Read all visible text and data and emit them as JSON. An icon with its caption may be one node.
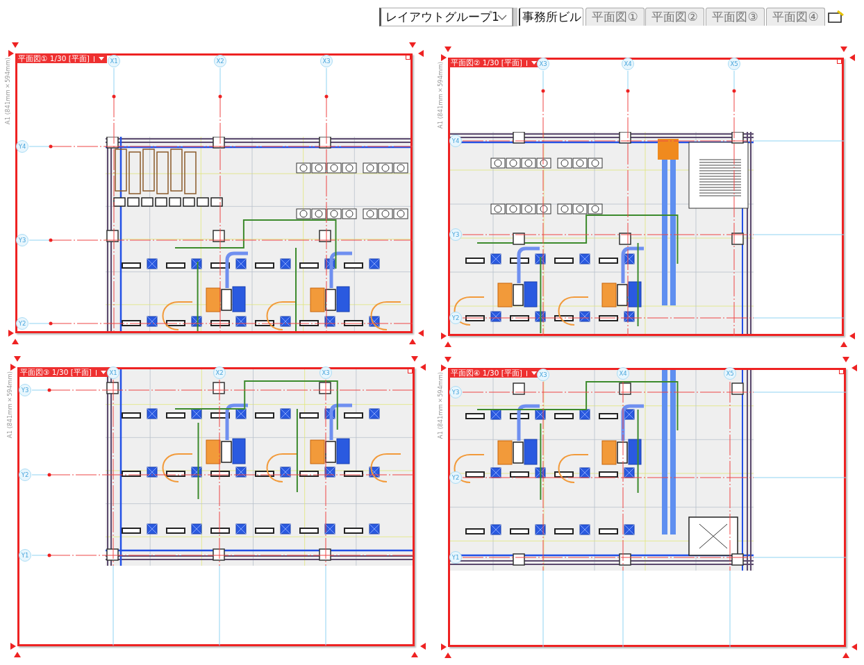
{
  "diagram": {
    "nodes": [
      {
        "text": [
          "平面図① 1/30 [平面]",
          "A1 (841mm×594mm)"
        ]
      },
      {
        "text": [
          "平面図② 1/30 [平面]",
          "A1 (841mm×594mm)"
        ]
      },
      {
        "text": [
          "平面図③ 1/30 [平面]",
          "A1 (841mm×594mm)"
        ]
      },
      {
        "text": [
          "平面図④ 1/30 [平面]",
          "A1 (841mm×594mm)"
        ]
      }
    ],
    "labels": [
      "レイアウトグループ1",
      "事務所ビル",
      "平面図①",
      "平面図②",
      "平面図③",
      "平面図④",
      "X1",
      "X2",
      "X3",
      "Y4",
      "Y3",
      "Y2",
      "X3",
      "X4",
      "X5",
      "Y4",
      "Y3",
      "Y2",
      "X1",
      "X2",
      "X3",
      "Y3",
      "Y2",
      "Y1",
      "X3",
      "X4",
      "X5",
      "Y3",
      "Y2",
      "Y1"
    ]
  }
}
